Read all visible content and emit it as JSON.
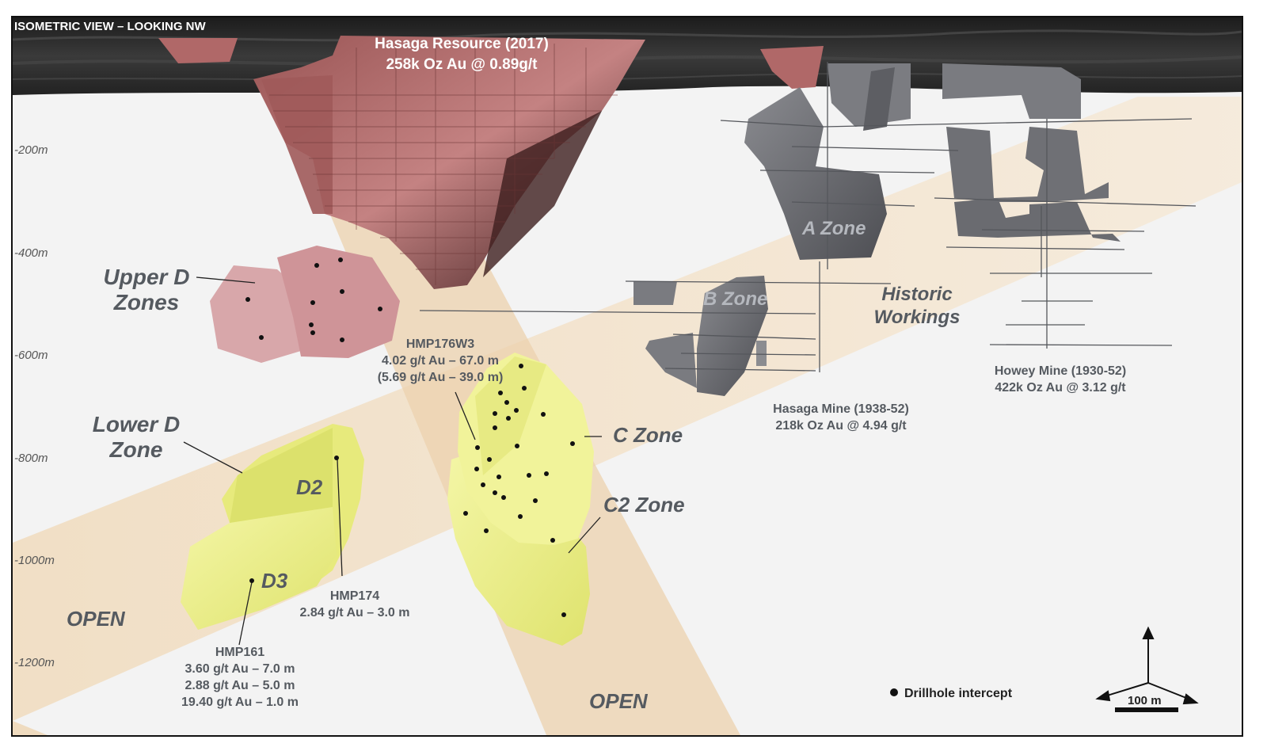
{
  "view_title": "ISOMETRIC VIEW – LOOKING NW",
  "resource": {
    "title": "Hasaga Resource (2017)",
    "detail": "258k Oz Au @ 0.89g/t"
  },
  "depth_labels": [
    "-200m",
    "-400m",
    "-600m",
    "-800m",
    "-1000m",
    "-1200m"
  ],
  "zones": {
    "upper_d": [
      "Upper D",
      "Zones"
    ],
    "lower_d": [
      "Lower D",
      "Zone"
    ],
    "a": "A Zone",
    "b": "B Zone",
    "c": "C Zone",
    "c2": "C2 Zone",
    "d2": "D2",
    "d3": "D3",
    "historic": [
      "Historic",
      "Workings"
    ]
  },
  "open_labels": [
    "OPEN",
    "OPEN"
  ],
  "drillholes": {
    "hmp176w3": [
      "HMP176W3",
      "4.02 g/t Au – 67.0 m",
      "(5.69 g/t Au – 39.0 m)"
    ],
    "hmp174": [
      "HMP174",
      "2.84 g/t Au – 3.0 m"
    ],
    "hmp161": [
      "HMP161",
      "3.60 g/t Au – 7.0 m",
      "2.88 g/t Au – 5.0 m",
      "19.40 g/t Au – 1.0 m"
    ]
  },
  "mines": {
    "hasaga": [
      "Hasaga Mine (1938-52)",
      "218k Oz Au @ 4.94 g/t"
    ],
    "howey": [
      "Howey Mine (1930-52)",
      "422k Oz Au @ 3.12 g/t"
    ]
  },
  "legend": {
    "drillhole": "Drillhole intercept"
  },
  "scale": {
    "label": "100 m"
  },
  "colors": {
    "resource": "#b36a6a",
    "upper_d": "#d7a3a6",
    "yellow_zone": "#eef08c",
    "grey_workings": "#6f7075",
    "trend_band": "#f1dcc0",
    "overburden": "#2a2a2a"
  }
}
